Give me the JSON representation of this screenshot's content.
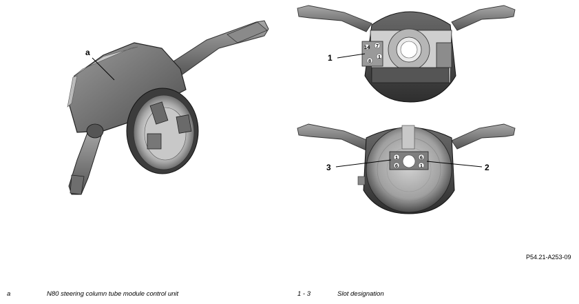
{
  "callouts": {
    "a": "a",
    "one": "1",
    "two": "2",
    "three": "3"
  },
  "connector_pins": {
    "upper": [
      "14",
      "7",
      "1",
      "8"
    ],
    "lower_left": [
      "1",
      "6"
    ],
    "lower_right": [
      "6",
      "1"
    ]
  },
  "figure_id": "P54.21-A253-09",
  "legend": [
    {
      "key": "a",
      "text": "N80 steering column tube module control unit"
    },
    {
      "key": "1 - 3",
      "text": "Slot designation"
    }
  ],
  "colors": {
    "housing_dark": "#4a4a4a",
    "housing_mid": "#7a7a7a",
    "housing_light": "#b8b8b8"
  }
}
